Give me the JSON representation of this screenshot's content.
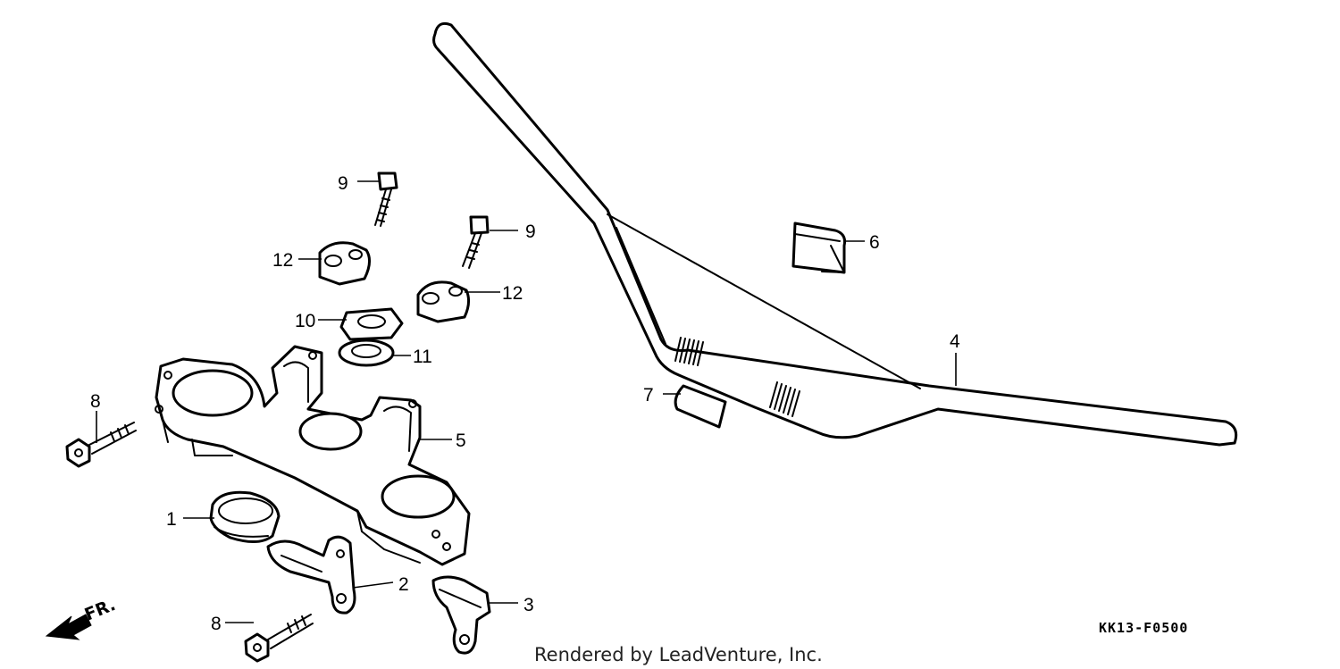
{
  "diagram": {
    "part_code": "KK13-F0500",
    "credit": "Rendered by LeadVenture, Inc.",
    "front_indicator": "FR.",
    "callouts": {
      "c1": "1",
      "c2": "2",
      "c3": "3",
      "c4": "4",
      "c5": "5",
      "c6": "6",
      "c7": "7",
      "c8a": "8",
      "c8b": "8",
      "c9a": "9",
      "c9b": "9",
      "c10": "10",
      "c11": "11",
      "c12a": "12",
      "c12b": "12"
    }
  }
}
